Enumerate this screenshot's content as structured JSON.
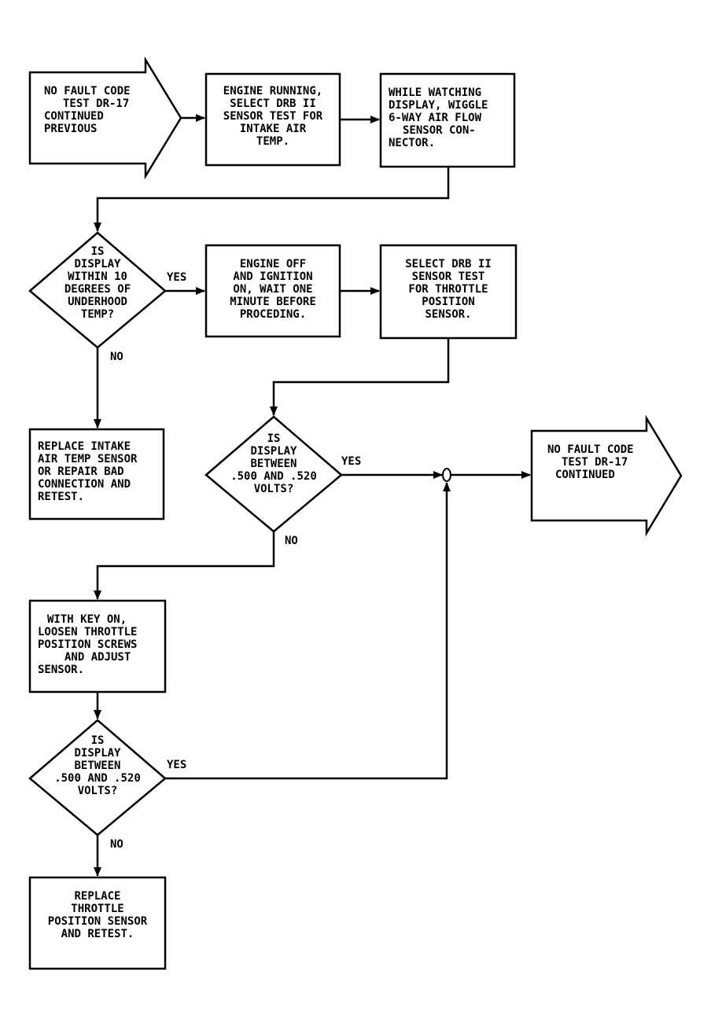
{
  "start": {
    "lines": [
      "NO FAULT CODE",
      "TEST DR-17",
      "CONTINUED",
      "PREVIOUS"
    ]
  },
  "box1": {
    "lines": [
      "ENGINE RUNNING,",
      "SELECT DRB II",
      "SENSOR TEST FOR",
      "INTAKE AIR",
      "TEMP."
    ]
  },
  "box2": {
    "lines": [
      "WHILE WATCHING",
      "DISPLAY, WIGGLE",
      "6-WAY AIR FLOW",
      "SENSOR CON-",
      "NECTOR."
    ]
  },
  "decision1": {
    "lines": [
      "IS",
      "DISPLAY",
      "WITHIN 10",
      "DEGREES OF",
      "UNDERHOOD",
      "TEMP?"
    ],
    "yes": "YES",
    "no": "NO"
  },
  "box3": {
    "lines": [
      "ENGINE OFF",
      "AND IGNITION",
      "ON, WAIT ONE",
      "MINUTE BEFORE",
      "PROCEDING."
    ]
  },
  "box4": {
    "lines": [
      "SELECT DRB II",
      "SENSOR TEST",
      "FOR THROTTLE",
      "POSITION",
      "SENSOR."
    ]
  },
  "box5": {
    "lines": [
      "REPLACE INTAKE",
      "AIR TEMP SENSOR",
      "OR REPAIR BAD",
      "CONNECTION AND",
      "RETEST."
    ]
  },
  "decision2": {
    "lines": [
      "IS",
      "DISPLAY",
      "BETWEEN",
      ".500 AND .520",
      "VOLTS?"
    ],
    "yes": "YES",
    "no": "NO"
  },
  "end": {
    "lines": [
      "NO FAULT CODE",
      "TEST DR-17",
      "CONTINUED"
    ]
  },
  "box6": {
    "lines": [
      "WITH KEY ON,",
      "LOOSEN THROTTLE",
      "POSITION SCREWS",
      "AND ADJUST",
      "SENSOR."
    ]
  },
  "decision3": {
    "lines": [
      "IS",
      "DISPLAY",
      "BETWEEN",
      ".500 AND .520",
      "VOLTS?"
    ],
    "yes": "YES",
    "no": "NO"
  },
  "box7": {
    "lines": [
      "REPLACE",
      "THROTTLE",
      "POSITION SENSOR",
      "AND RETEST."
    ]
  }
}
